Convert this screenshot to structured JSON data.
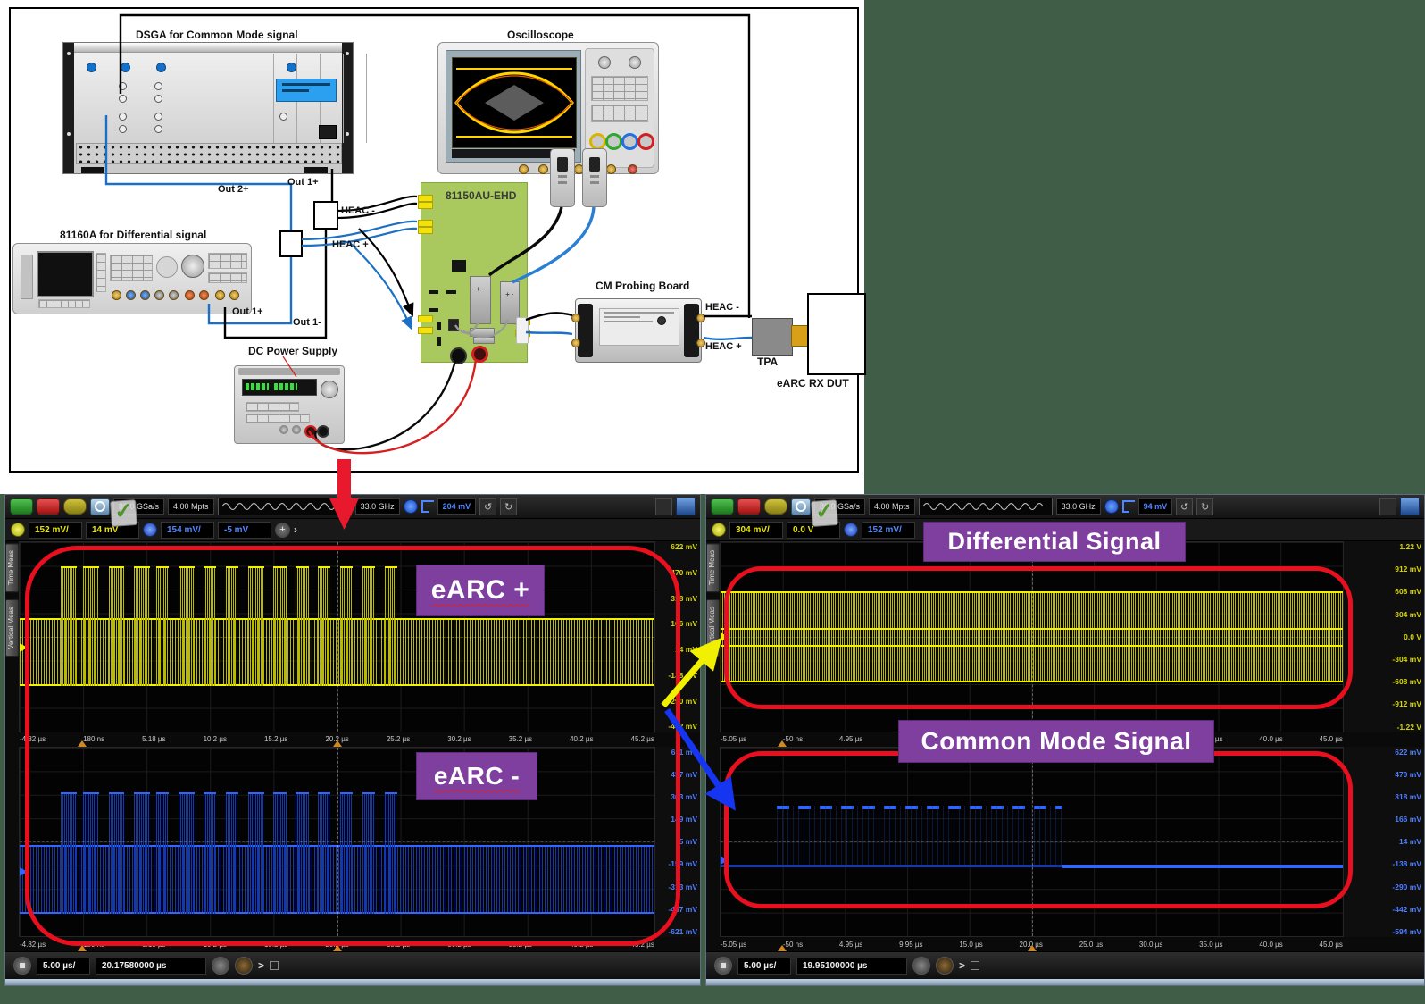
{
  "colors": {
    "accent_red": "#e80f1e",
    "purple": "#7e3f9f",
    "yellow": "#d9d900",
    "yellow_bright": "#f2f200",
    "blue": "#1238b0",
    "blue_bright": "#2f66ff",
    "green_bg": "#3f5d47"
  },
  "icons": {
    "undo": "↺",
    "redo": "↻",
    "check": "✓",
    "chevron": "›",
    "chevron2": ">",
    "nav": "+"
  },
  "diagram": {
    "labels": {
      "dsga": "DSGA for Common  Mode signal",
      "oscilloscope": "Oscilloscope",
      "generator": "81160A for Differential signal",
      "board": "81150AU-EHD",
      "cm_board": "CM Probing Board",
      "tpa": "TPA",
      "dut": "eARC RX DUT",
      "psu": "DC Power Supply",
      "heac_minus_left": "HEAC  -",
      "heac_plus_left": "HEAC  +",
      "heac_minus_right": "HEAC  -",
      "heac_plus_right": "HEAC  +",
      "out1p_dsga": "Out 1+",
      "out2p_dsga": "Out 2+",
      "out1p_gen": "Out 1+",
      "out1m_gen": "Out 1-"
    }
  },
  "scopes": {
    "left": {
      "toolbar": {
        "sample_rate": "80.0 GSa/s",
        "memory": "4.00 Mpts",
        "bandwidth": "33.0 GHz",
        "trigger_level": "204 mV"
      },
      "channels": {
        "ch1_scale": "152 mV/",
        "ch1_offset": "14 mV",
        "ch2_scale": "154 mV/",
        "ch2_offset": "-5 mV"
      },
      "tabs": [
        "Time Meas",
        "Vertical Meas"
      ],
      "panels": [
        {
          "label": "eARC +",
          "axis_color": "#d6d600",
          "axis": [
            "622 mV",
            "470 mV",
            "318 mV",
            "166 mV",
            "14 mV",
            "-138 mV",
            "-290 mV",
            "-442 mV"
          ],
          "waveform": {
            "kind": "burst",
            "color": "#b9b900",
            "bright": "#f2f200",
            "band": [
              0.4,
              0.76
            ],
            "range": [
              0.13,
              0.76
            ],
            "marker": 0.56,
            "bursts": [
              [
                0.065,
                0.09
              ],
              [
                0.1,
                0.125
              ],
              [
                0.14,
                0.165
              ],
              [
                0.18,
                0.205
              ],
              [
                0.215,
                0.235
              ],
              [
                0.25,
                0.275
              ],
              [
                0.29,
                0.31
              ],
              [
                0.325,
                0.345
              ],
              [
                0.36,
                0.385
              ],
              [
                0.4,
                0.42
              ],
              [
                0.435,
                0.455
              ],
              [
                0.47,
                0.49
              ],
              [
                0.505,
                0.525
              ],
              [
                0.54,
                0.56
              ],
              [
                0.575,
                0.595
              ]
            ]
          }
        },
        {
          "label": "eARC -",
          "axis_color": "#4f7dff",
          "axis": [
            "611 mV",
            "457 mV",
            "303 mV",
            "149 mV",
            "-5 mV",
            "-159 mV",
            "-313 mV",
            "-467 mV",
            "-621 mV"
          ],
          "waveform": {
            "kind": "burst",
            "color": "#1238b0",
            "bright": "#2f66ff",
            "band": [
              0.52,
              0.88
            ],
            "range": [
              0.24,
              0.88
            ],
            "marker": 0.66,
            "bursts": [
              [
                0.065,
                0.09
              ],
              [
                0.1,
                0.125
              ],
              [
                0.14,
                0.165
              ],
              [
                0.18,
                0.205
              ],
              [
                0.215,
                0.235
              ],
              [
                0.25,
                0.275
              ],
              [
                0.29,
                0.31
              ],
              [
                0.325,
                0.345
              ],
              [
                0.36,
                0.385
              ],
              [
                0.4,
                0.42
              ],
              [
                0.435,
                0.455
              ],
              [
                0.47,
                0.49
              ],
              [
                0.505,
                0.525
              ],
              [
                0.54,
                0.56
              ],
              [
                0.575,
                0.595
              ]
            ]
          }
        }
      ],
      "time_axis": [
        "-4.82 µs",
        "180 ns",
        "5.18 µs",
        "10.2 µs",
        "15.2 µs",
        "20.2 µs",
        "25.2 µs",
        "30.2 µs",
        "35.2 µs",
        "40.2 µs",
        "45.2 µs"
      ],
      "bottom": {
        "timebase": "5.00 µs/",
        "position": "20.17580000 µs"
      }
    },
    "right": {
      "toolbar": {
        "sample_rate": "80.0 GSa/s",
        "memory": "4.00 Mpts",
        "bandwidth": "33.0 GHz",
        "trigger_level": "94 mV"
      },
      "channels": {
        "ch1_scale": "304 mV/",
        "ch1_offset": "0.0 V",
        "ch2_scale": "152 mV/",
        "ch2_offset": ""
      },
      "tabs": [
        "Time Meas",
        "Vertical Meas"
      ],
      "panels": [
        {
          "label": "Differential Signal",
          "axis_color": "#d6d600",
          "axis": [
            "1.22 V",
            "912 mV",
            "608 mV",
            "304 mV",
            "0.0 V",
            "-304 mV",
            "-608 mV",
            "-912 mV",
            "-1.22 V"
          ],
          "waveform": {
            "kind": "hash",
            "color": "#b9b900",
            "bright": "#f2f200",
            "band": [
              0.26,
              0.74
            ],
            "center_lines": [
              0.455,
              0.545
            ],
            "marker": 0.5
          }
        },
        {
          "label": "Common Mode Signal",
          "axis_color": "#4f7dff",
          "axis": [
            "622 mV",
            "470 mV",
            "318 mV",
            "166 mV",
            "14 mV",
            "-138 mV",
            "-290 mV",
            "-442 mV",
            "-594 mV"
          ],
          "waveform": {
            "kind": "cm",
            "color": "#1238b0",
            "bright": "#2f66ff",
            "dash_y": 0.31,
            "dash_range": [
              0.09,
              0.55
            ],
            "line_y": 0.62,
            "line_bright_from": 0.55,
            "marker": 0.6
          }
        }
      ],
      "time_axis": [
        "-5.05 µs",
        "-50 ns",
        "4.95 µs",
        "9.95 µs",
        "15.0 µs",
        "20.0 µs",
        "25.0 µs",
        "30.0 µs",
        "35.0 µs",
        "40.0 µs",
        "45.0 µs"
      ],
      "bottom": {
        "timebase": "5.00 µs/",
        "position": "19.95100000 µs"
      }
    }
  },
  "chart_data": [
    {
      "type": "line",
      "title": "eARC + (CH1, left scope)",
      "xlabel": "time",
      "ylabel": "voltage",
      "x_range": [
        "-4.82 µs",
        "45.2 µs"
      ],
      "y_ticks": [
        "622 mV",
        "470 mV",
        "318 mV",
        "166 mV",
        "14 mV",
        "-138 mV",
        "-290 mV",
        "-442 mV"
      ],
      "description": "Yellow HEAC waveform: packet bursts spanning ~-290 to 470 mV until ~25 µs, then continuous dense square-wave band"
    },
    {
      "type": "line",
      "title": "eARC - (left scope)",
      "x_range": [
        "-4.82 µs",
        "45.2 µs"
      ],
      "y_ticks": [
        "611 mV",
        "457 mV",
        "303 mV",
        "149 mV",
        "-5 mV",
        "-159 mV",
        "-313 mV",
        "-467 mV",
        "-621 mV"
      ],
      "description": "Blue complementary HEAC waveform: bursts ~-467 to 303 mV, then continuous band"
    },
    {
      "type": "line",
      "title": "Differential Signal (right scope)",
      "x_range": [
        "-5.05 µs",
        "45.0 µs"
      ],
      "y_ticks": [
        "1.22 V",
        "912 mV",
        "608 mV",
        "304 mV",
        "0.0 V",
        "-304 mV",
        "-608 mV",
        "-912 mV",
        "-1.22 V"
      ],
      "description": "Continuous ±600 mV differential square wave across the whole record"
    },
    {
      "type": "line",
      "title": "Common Mode Signal (right scope)",
      "x_range": [
        "-5.05 µs",
        "45.0 µs"
      ],
      "y_ticks": [
        "622 mV",
        "470 mV",
        "318 mV",
        "166 mV",
        "14 mV",
        "-138 mV",
        "-290 mV",
        "-442 mV",
        "-594 mV"
      ],
      "description": "Blue common mode: dashed high-level bursts (~240 mV) from ~-4 µs to ~22 µs above a low baseline (~-130 mV), then flat baseline only"
    }
  ]
}
